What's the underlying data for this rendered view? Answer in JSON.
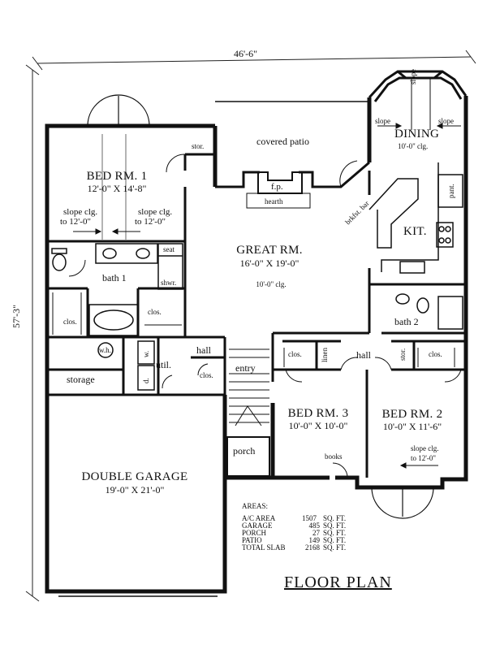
{
  "dimensions": {
    "width": "46'-6\"",
    "height": "57'-3\""
  },
  "rooms": {
    "bed1": {
      "name": "BED RM. 1",
      "size": "12'-0\" X 14'-8\"",
      "note_left": "slope clg.",
      "note_left2": "to 12'-0\"",
      "note_right": "slope clg.",
      "note_right2": "to 12'-0\""
    },
    "great": {
      "name": "GREAT RM.",
      "size": "16'-0\" X 19'-0\"",
      "ceiling": "10'-0\" clg."
    },
    "patio": {
      "name": "covered patio"
    },
    "fp": "f.p.",
    "hearth": "hearth",
    "dining": {
      "name": "DINING",
      "ceiling": "10'-0\" clg.",
      "slope_top": "slope",
      "slope_left": "slope",
      "slope_right": "slope"
    },
    "kit": {
      "name": "KIT.",
      "brkfst": "brkfst. bar",
      "pant": "pant."
    },
    "bath1": "bath 1",
    "bath2": "bath 2",
    "seat": "seat",
    "shwr": "shwr.",
    "clos": "clos.",
    "stor": "stor.",
    "storage": "storage",
    "wh": "w.h.",
    "util": "util.",
    "w": "w.",
    "d": "d.",
    "hall": "hall",
    "entry": "entry",
    "porch": "porch",
    "linen": "linen",
    "books": "books",
    "bed2": {
      "name": "BED RM. 2",
      "size": "10'-0\" X 11'-6\"",
      "note": "slope clg.",
      "note2": "to 12'-0\""
    },
    "bed3": {
      "name": "BED RM. 3",
      "size": "10'-0\" X 10'-0\""
    },
    "garage": {
      "name": "DOUBLE GARAGE",
      "size": "19'-0\" X 21'-0\""
    }
  },
  "areas": {
    "heading": "AREAS:",
    "rows": [
      {
        "label": "A/C AREA",
        "value": "1507",
        "unit": "SQ. FT."
      },
      {
        "label": "GARAGE",
        "value": "485",
        "unit": "SQ. FT."
      },
      {
        "label": "PORCH",
        "value": "27",
        "unit": "SQ. FT."
      },
      {
        "label": "PATIO",
        "value": "149",
        "unit": "SQ. FT."
      },
      {
        "label": "TOTAL SLAB",
        "value": "2168",
        "unit": "SQ. FT."
      }
    ]
  },
  "title": "FLOOR PLAN"
}
